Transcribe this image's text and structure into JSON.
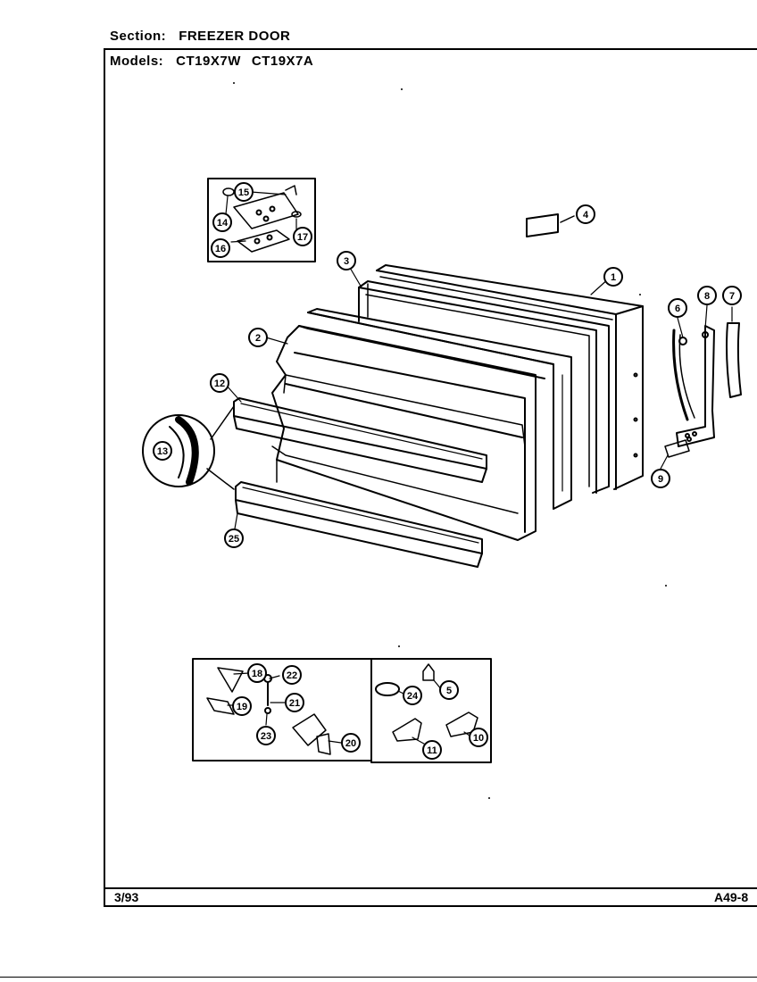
{
  "header": {
    "section_label": "Section:",
    "section_value": "FREEZER DOOR",
    "models_label": "Models:",
    "models": [
      "CT19X7W",
      "CT19X7A"
    ]
  },
  "footer": {
    "date_code": "3/93",
    "page_code": "A49-8"
  },
  "callouts": {
    "p1": "1",
    "p2": "2",
    "p3": "3",
    "p4": "4",
    "p5": "5",
    "p6": "6",
    "p7": "7",
    "p8": "8",
    "p9": "9",
    "p10": "10",
    "p11": "11",
    "p12": "12",
    "p13": "13",
    "p14": "14",
    "p15": "15",
    "p16": "16",
    "p17": "17",
    "p18": "18",
    "p19": "19",
    "p20": "20",
    "p21": "21",
    "p22": "22",
    "p23": "23",
    "p24": "24",
    "p25": "25"
  }
}
